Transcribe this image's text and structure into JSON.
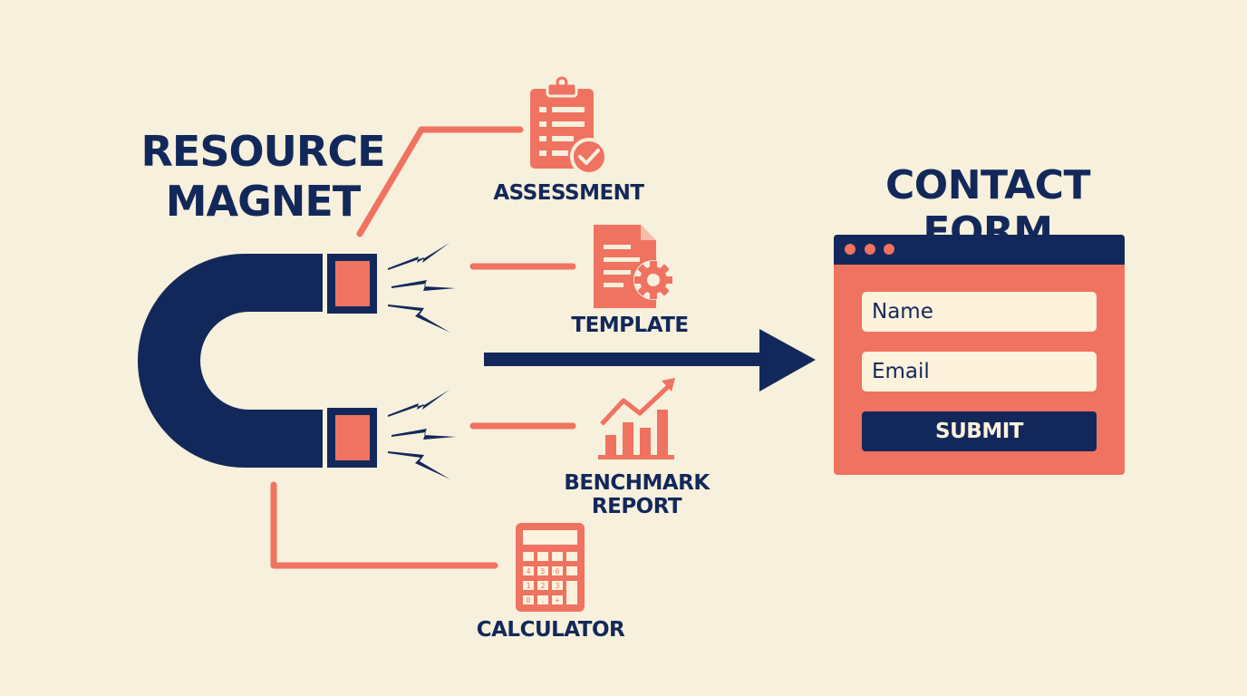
{
  "magnet": {
    "title_line1": "RESOURCE",
    "title_line2": "MAGNET"
  },
  "resources": {
    "assessment": "ASSESSMENT",
    "template": "TEMPLATE",
    "benchmark_line1": "BENCHMARK",
    "benchmark_line2": "REPORT",
    "calculator": "CALCULATOR"
  },
  "calculator_keys": [
    "4",
    "5",
    "6",
    "1",
    "2",
    "3",
    "0",
    ".",
    "+"
  ],
  "contact_form": {
    "title": "CONTACT FORM",
    "name_placeholder": "Name",
    "email_placeholder": "Email",
    "submit_label": "SUBMIT"
  },
  "colors": {
    "navy": "#13285a",
    "coral": "#f07260",
    "background": "#f6f0dc",
    "cream": "#fdf2dc"
  }
}
